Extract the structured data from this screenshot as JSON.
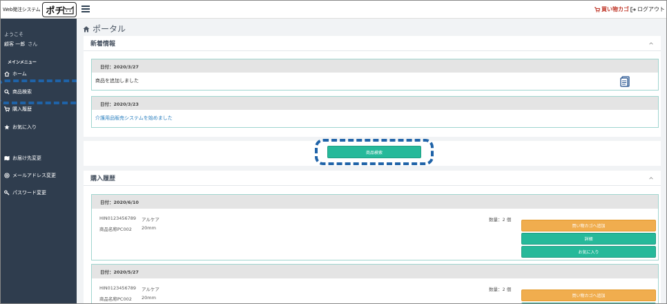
{
  "header": {
    "brand_small": "Web発注システム",
    "logo_text": "ポチ",
    "cart_label": "買い物カゴ",
    "logout_label": "ログアウト"
  },
  "sidebar": {
    "welcome": "ようこそ",
    "user_name": "顧客 一郎",
    "honorific": "さん",
    "menu_heading": "メインメニュー",
    "items": [
      {
        "label": "ホーム",
        "icon": "home-icon"
      },
      {
        "label": "商品検索",
        "icon": "search-icon"
      },
      {
        "label": "購入履歴",
        "icon": "cart-icon"
      },
      {
        "label": "お気に入り",
        "icon": "star-icon"
      },
      {
        "label": "お届け先変更",
        "icon": "map-icon"
      },
      {
        "label": "メールアドレス変更",
        "icon": "at-icon"
      },
      {
        "label": "パスワード変更",
        "icon": "key-icon"
      }
    ]
  },
  "main": {
    "page_title": "ポータル",
    "news": {
      "title": "新着情報",
      "items": [
        {
          "date": "日付：2020/3/27",
          "text": "商品を追加しました"
        },
        {
          "date": "日付：2020/3/23",
          "text": "介護用品販売システムを始めました"
        }
      ]
    },
    "search_button": "商品検索",
    "history": {
      "title": "購入履歴",
      "orders": [
        {
          "date": "日付：2020/6/10",
          "code": "HIN0123456789",
          "maker": "アルケア",
          "product_label": "商品名称PC002",
          "size": "20mm",
          "qty": "数量：2 個",
          "add_cart": "買い物カゴへ追加",
          "detail": "詳細",
          "favorite": "お気に入り"
        },
        {
          "date": "日付：2020/5/27",
          "code": "HIN0123456789",
          "maker": "アルケア",
          "product_label": "商品名称PC002",
          "size": "20mm",
          "qty": "数量：2 個",
          "add_cart": "買い物カゴへ追加"
        }
      ]
    }
  },
  "colors": {
    "sidebar_bg": "#2f3d4e",
    "accent_teal": "#26b99a",
    "accent_orange": "#f0ad4e",
    "highlight_dashed": "#1f63a8",
    "cart_red": "#c0392b"
  }
}
